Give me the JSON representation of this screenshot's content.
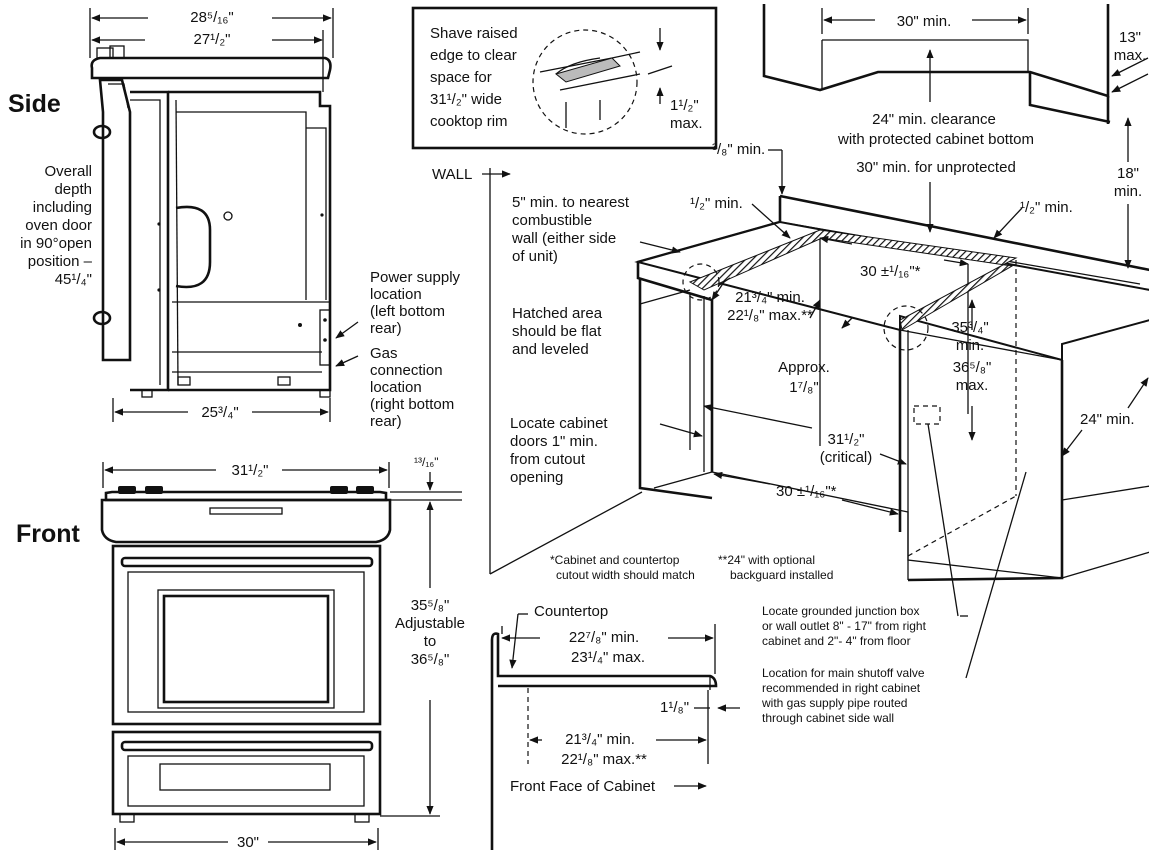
{
  "views": {
    "side_title": "Side",
    "front_title": "Front"
  },
  "side": {
    "top_width": "28⁵/₁₆\"",
    "body_width": "27¹/₂\"",
    "depth_lines": [
      "Overall",
      "depth",
      "including",
      "oven door",
      "in 90°open",
      "position –",
      "45¹/₄\""
    ],
    "power_lines": [
      "Power supply",
      "location",
      "(left bottom",
      "rear)"
    ],
    "gas_lines": [
      "Gas",
      "connection",
      "location",
      "(right bottom",
      "rear)"
    ],
    "bottom_width": "25³/₄\""
  },
  "front": {
    "top_width": "31¹/₂\"",
    "rim": "¹³/₁₆\"",
    "height_lines": [
      "35⁵/₈\"",
      "Adjustable",
      "to",
      "36⁵/₈\""
    ],
    "bottom_width": "30\""
  },
  "shave_note": {
    "lines": [
      "Shave raised",
      "edge to clear",
      "space for",
      "31¹/₂\" wide",
      "cooktop rim"
    ],
    "max_lines": [
      "1¹/₂\"",
      "max."
    ]
  },
  "cabinet": {
    "top_30min": "30\" min.",
    "max13": [
      "13\"",
      "max."
    ],
    "clearance_lines": [
      "24\" min. clearance",
      "with protected cabinet bottom",
      "30\" min. for unprotected"
    ],
    "min18": [
      "18\"",
      "min."
    ],
    "min_3_8": "³/₈\" min.",
    "wall": "WALL",
    "combustible_lines": [
      "5\" min. to nearest",
      "combustible",
      "wall (either side",
      "of unit)"
    ],
    "half_min_left": "¹/₂\" min.",
    "half_min_right": "¹/₂\" min.",
    "w30_top": "30 ±¹/₁₆\"*",
    "depth_lines": [
      "21³/₄\" min.",
      "22¹/₈\" max.**"
    ],
    "hatched_lines": [
      "Hatched area",
      "should be flat",
      "and leveled"
    ],
    "height_lines": [
      "35³/₄\"",
      "min.",
      "36⁵/₈\"",
      "max."
    ],
    "approx_lines": [
      "Approx.",
      "1⁷/₈\""
    ],
    "doors_lines": [
      "Locate cabinet",
      "doors 1\" min.",
      "from cutout",
      "opening"
    ],
    "critical_lines": [
      "31¹/₂\"",
      "(critical)"
    ],
    "w30_bottom": "30 ±¹/₁₆\"*",
    "min24": "24\" min.",
    "footnote1": [
      "*Cabinet and countertop",
      "cutout width should match"
    ],
    "footnote2": [
      "**24\" with optional",
      "backguard installed"
    ]
  },
  "section": {
    "countertop": "Countertop",
    "top_lines": [
      "22⁷/₈\" min.",
      "23¹/₄\" max."
    ],
    "thickness": "1¹/₈\"",
    "bottom_lines": [
      "21³/₄\" min.",
      "22¹/₈\" max.**"
    ],
    "front_face": "Front Face of Cabinet"
  },
  "notes": {
    "junction_lines": [
      "Locate grounded junction box",
      "or wall outlet 8\" - 17\" from right",
      "cabinet and 2\"- 4\" from floor"
    ],
    "shutoff_lines": [
      "Location for main shutoff valve",
      "recommended in right cabinet",
      "with gas supply pipe routed",
      "through cabinet side wall"
    ]
  }
}
